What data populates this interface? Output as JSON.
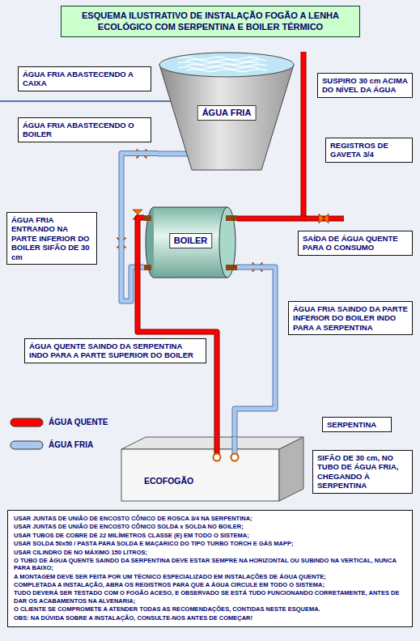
{
  "diagram": {
    "title": "ESQUEMA ILUSTRATIVO DE INSTALAÇÃO FOGÃO A LENHA ECOLÓGICO COM SERPENTINA E BOILER TÉRMICO",
    "nodes": [
      {
        "text": [
          "ÁGUA FRIA ABASTECENDO A CAIXA"
        ]
      },
      {
        "text": [
          "ÁGUA FRIA"
        ]
      },
      {
        "text": [
          "SUSPIRO 30 cm ACIMA DO NÍVEL DA ÁGUA"
        ]
      },
      {
        "text": [
          "ÁGUA FRIA ABASTECENDO O BOILER"
        ]
      },
      {
        "text": [
          "REGISTROS DE GAVETA 3/4"
        ]
      },
      {
        "text": [
          "ÁGUA FRIA ENTRANDO NA PARTE INFERIOR DO BOILER SIFÃO DE 30 cm"
        ]
      },
      {
        "text": [
          "BOILER"
        ]
      },
      {
        "text": [
          "SAÍDA DE ÁGUA QUENTE PARA O CONSUMO"
        ]
      },
      {
        "text": [
          "ÁGUA FRIA SAINDO DA PARTE INFERIOR DO BOILER INDO PARA A SERPENTINA"
        ]
      },
      {
        "text": [
          "ÁGUA QUENTE SAINDO DA SERPENTINA INDO PARA A PARTE SUPERIOR DO BOILER"
        ]
      },
      {
        "text": [
          "SERPENTINA"
        ]
      },
      {
        "text": [
          "ECOFOGÃO"
        ]
      },
      {
        "text": [
          "SIFÃO DE 30 cm, NO TUBO DE ÁGUA FRIA, CHEGANDO À SERPENTINA"
        ]
      },
      {
        "text": [
          "USAR JUNTAS DE UNIÃO DE ENCOSTO CÔNICO DE ROSCA 3/4 NA SERPENTINA;",
          "USAR JUNTAS DE UNIÃO DE ENCOSTO CÔNICO SOLDA x SOLDA NO BOILER;",
          "USAR TUBOS DE COBRE DE 22 MILÍMETROS CLASSE (E) EM TODO O SISTEMA;",
          "USAR SOLDA 50x50 / PASTA PARA SOLDA E MAÇARICO DO TIPO TURBO TORCH E GÁS MAPP;",
          "USAR CILINDRO DE NO MÁXIMO 150 LITROS;",
          "O TUBO DE ÁGUA QUENTE SAINDO DA SERPENTINA DEVE ESTAR SEMPRE NA HORIZONTAL OU SUBINDO NA VERTICAL, NUNCA PARA BAIXO;",
          "A MONTAGEM DEVE SER FEITA POR UM TÉCNICO ESPECIALIZADO EM INSTALAÇÕES DE ÁGUA QUENTE;",
          "COMPLETADA A INSTALAÇÃO, ABRA OS REGISTROS PARA QUE A ÁGUA CIRCULE EM TODO O SISTEMA;",
          "TUDO DEVERÁ SER TESTADO COM O FOGÃO ACESO, E OBSERVADO SE ESTÁ TUDO FUNCIONANDO CORRETAMENTE, ANTES DE DAR OS ACABAMENTOS NA ALVENARIA;",
          "O CLIENTE SE COMPROMETE A ATENDER TODAS AS RECOMENDAÇÕES, CONTIDAS NESTE ESQUEMA.",
          "OBS: NA DÚVIDA SOBRE A INSTALAÇÃO, CONSULTE-NOS ANTES DE COMEÇAR!"
        ]
      }
    ],
    "edges": [
      {
        "from": 1,
        "to": 6,
        "arrow": "none"
      },
      {
        "from": 6,
        "to": 11,
        "arrow": "none"
      },
      {
        "from": 11,
        "to": 6,
        "arrow": "none"
      }
    ],
    "legend": [
      {
        "text": "ÁGUA QUENTE",
        "color": "#ff0000"
      },
      {
        "text": "ÁGUA FRIA",
        "color": "#a8c8f0"
      }
    ]
  }
}
